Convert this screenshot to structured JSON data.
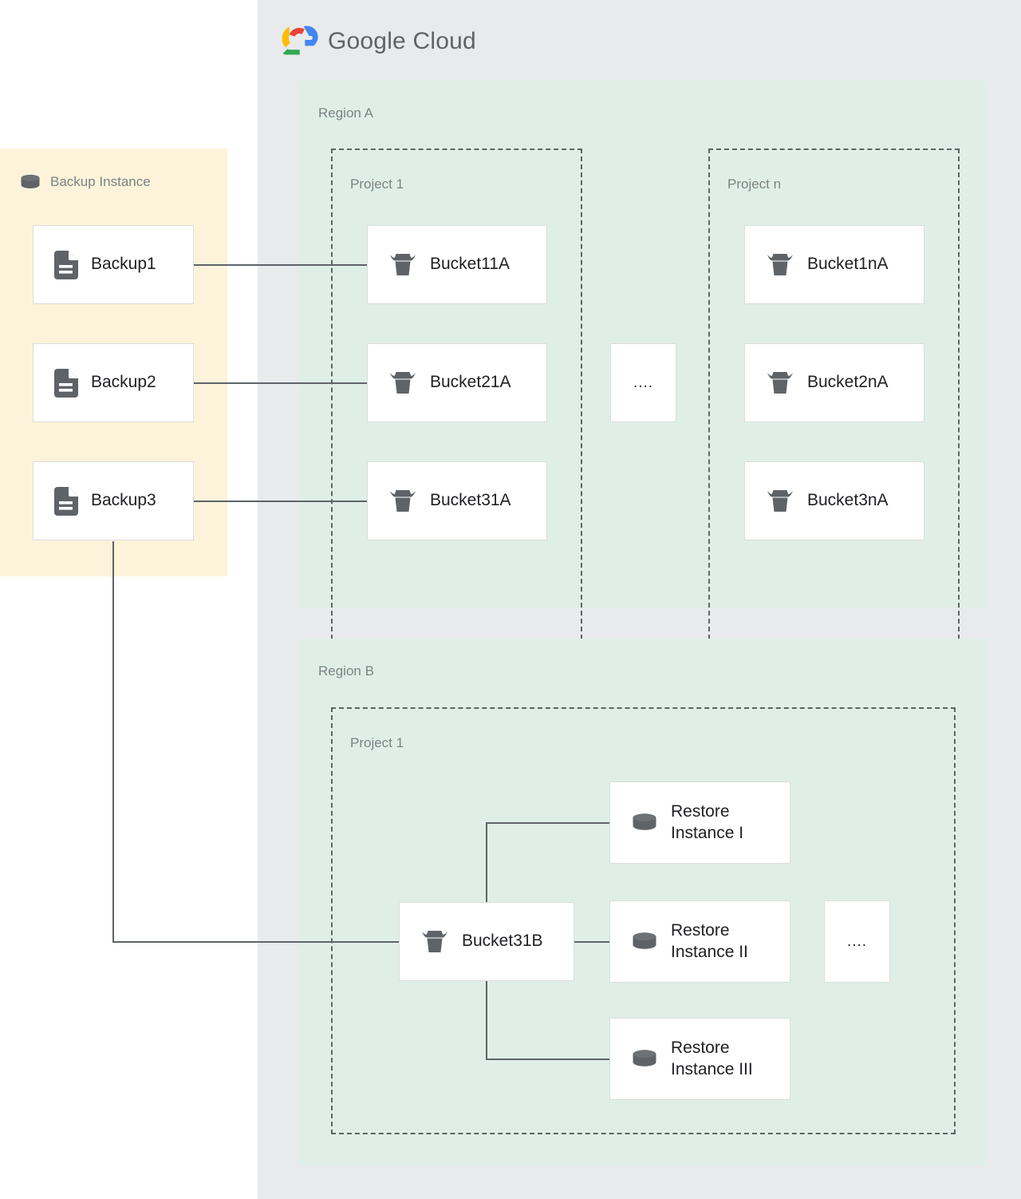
{
  "cloud": {
    "brand": "Google Cloud",
    "brand_first": "Google",
    "brand_second": "Cloud",
    "logo_icon": "google-cloud-logo-icon",
    "panel_color": "#e8eaec",
    "logo_colors": {
      "red": "#ea4335",
      "yellow": "#fbbc04",
      "green": "#34a853",
      "blue": "#4285f4"
    }
  },
  "backup_instance": {
    "title": "Backup Instance",
    "icon": "database-cylinder-icon",
    "panel_color": "#fcf3da",
    "backups": [
      {
        "label": "Backup1",
        "icon": "document-icon"
      },
      {
        "label": "Backup2",
        "icon": "document-icon"
      },
      {
        "label": "Backup3",
        "icon": "document-icon"
      }
    ]
  },
  "regions": [
    {
      "label": "Region A",
      "color": "#dfefe7",
      "projects": [
        {
          "label": "Project 1",
          "buckets": [
            {
              "label": "Bucket11A",
              "icon": "storage-bucket-icon"
            },
            {
              "label": "Bucket21A",
              "icon": "storage-bucket-icon"
            },
            {
              "label": "Bucket31A",
              "icon": "storage-bucket-icon"
            }
          ]
        },
        {
          "label": "Project n",
          "buckets": [
            {
              "label": "Bucket1nA",
              "icon": "storage-bucket-icon"
            },
            {
              "label": "Bucket2nA",
              "icon": "storage-bucket-icon"
            },
            {
              "label": "Bucket3nA",
              "icon": "storage-bucket-icon"
            }
          ]
        }
      ],
      "ellipsis": "...."
    },
    {
      "label": "Region B",
      "color": "#dfefe7",
      "projects": [
        {
          "label": "Project 1",
          "buckets": [
            {
              "label": "Bucket31B",
              "icon": "storage-bucket-icon"
            }
          ],
          "restore_instances": [
            {
              "label": "Restore\nInstance I",
              "icon": "database-cylinder-icon"
            },
            {
              "label": "Restore\nInstance II",
              "icon": "database-cylinder-icon"
            },
            {
              "label": "Restore\nInstance III",
              "icon": "database-cylinder-icon"
            }
          ],
          "ellipsis": "...."
        }
      ]
    }
  ],
  "connections": [
    {
      "from": "Backup1",
      "to": "Bucket11A"
    },
    {
      "from": "Backup2",
      "to": "Bucket21A"
    },
    {
      "from": "Backup3",
      "to": "Bucket31A"
    },
    {
      "from": "Backup3",
      "to": "Bucket31B"
    },
    {
      "from": "Bucket31B",
      "to": "Restore Instance I"
    },
    {
      "from": "Bucket31B",
      "to": "Restore Instance II"
    },
    {
      "from": "Bucket31B",
      "to": "Restore Instance III"
    }
  ],
  "line_color": "#5f6368"
}
